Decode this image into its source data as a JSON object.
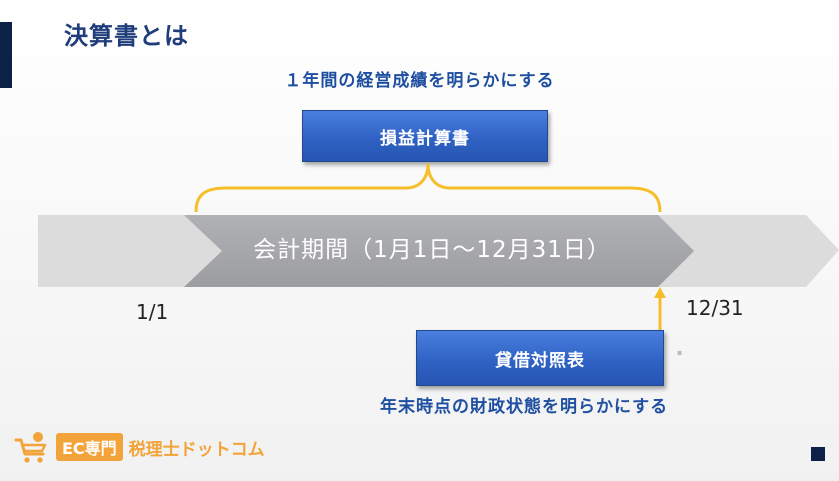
{
  "slide": {
    "title": "決算書とは",
    "caption_top": "１年間の経営成績を明らかにする",
    "caption_bottom": "年末時点の財政状態を明らかにする"
  },
  "boxes": {
    "pl": "損益計算書",
    "bs": "貸借対照表"
  },
  "timeline": {
    "period_label": "会計期間（1月1日～12月31日）",
    "start_date": "1/1",
    "end_date": "12/31"
  },
  "logo": {
    "badge": "EC専門",
    "text": "税理士ドットコム"
  },
  "colors": {
    "navy": "#0d2148",
    "blue_box": "#2f62c4",
    "caption_blue": "#1f4fa0",
    "arrow_gray_light": "#dcdcdc",
    "arrow_gray_dark": "#a6a7ab",
    "bracket_orange": "#f6bf2a",
    "logo_orange": "#f2a33a"
  }
}
